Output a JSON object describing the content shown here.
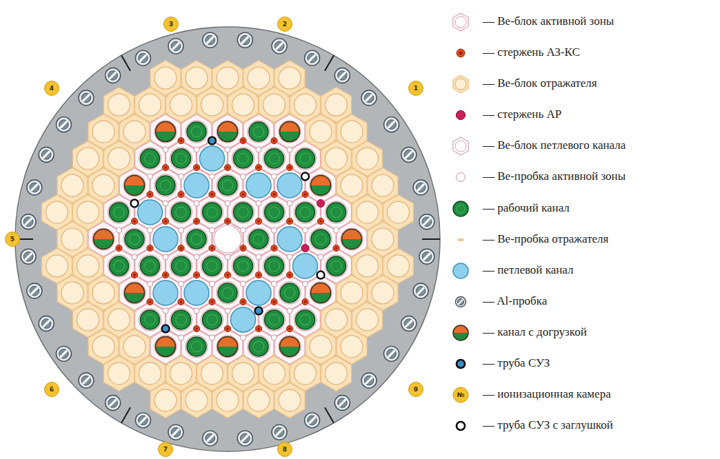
{
  "diagram": {
    "nodes": [
      {
        "text": [
          "3"
        ]
      },
      {
        "text": [
          "2"
        ]
      },
      {
        "text": [
          "4"
        ]
      },
      {
        "text": [
          "1"
        ]
      },
      {
        "text": [
          "5"
        ]
      },
      {
        "text": [
          "6"
        ]
      },
      {
        "text": [
          "9"
        ]
      },
      {
        "text": [
          "7"
        ]
      },
      {
        "text": [
          "8"
        ]
      }
    ],
    "labels": [
      "№"
    ],
    "legend": [
      {
        "text": "— Be-блок активной зоны"
      },
      {
        "text": "— стержень АЗ-КС"
      },
      {
        "text": "— Be-блок отражателя"
      },
      {
        "text": "— стержень АР"
      },
      {
        "text": "— Be-блок петлевого канала"
      },
      {
        "text": "— Be-пробка активной зоны"
      },
      {
        "text": "— рабочий канал"
      },
      {
        "text": "— Be-пробка отражателя"
      },
      {
        "text": "— петлевой канал"
      },
      {
        "text": "— Al-пробка"
      },
      {
        "text": "— канал с догрузкой"
      },
      {
        "text": "— труба СУЗ"
      },
      {
        "text": "— ионизационная камера"
      },
      {
        "text": "— труба СУЗ с заглушкой"
      }
    ]
  }
}
